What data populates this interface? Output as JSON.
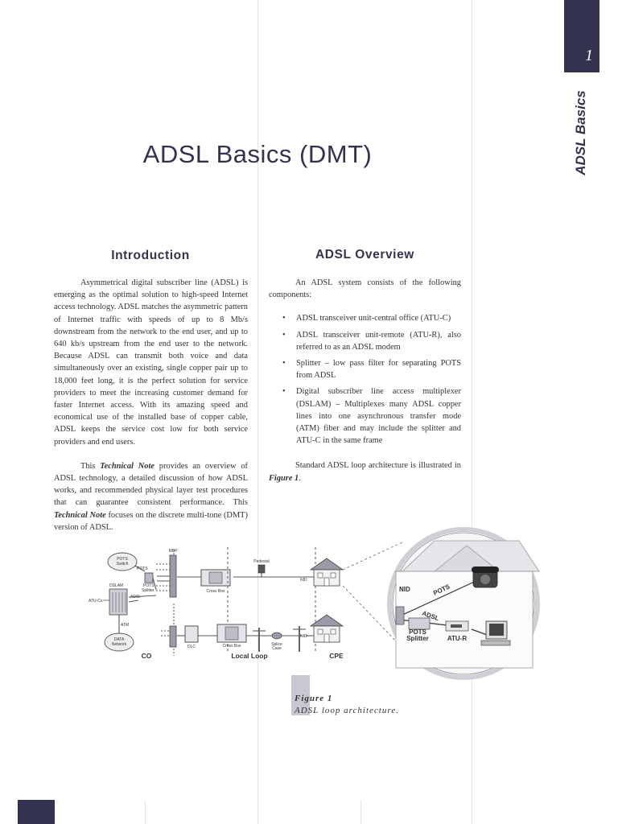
{
  "page": {
    "number": "1",
    "section_tab": "ADSL Basics",
    "title": "ADSL Basics (DMT)"
  },
  "intro": {
    "heading": "Introduction",
    "p1": "Asymmetrical digital subscriber line (ADSL) is emerging as the optimal solution to high-speed Internet access technology. ADSL matches the asymmetric pattern of Internet traffic with speeds of up to 8 Mb/s downstream from the network to the end user, and up to 640 kb/s upstream from the end user to the network. Because ADSL can transmit both voice and data simultaneously over an existing, single copper pair up to 18,000 feet long, it is the perfect solution for service providers to meet the increasing customer demand for faster Internet access. With its amazing speed and economical use of the installed base of copper cable, ADSL keeps the service cost low for both service providers and end users.",
    "p2_a": "This ",
    "p2_em1": "Technical Note",
    "p2_b": " provides an overview of ADSL technology, a detailed discussion of how ADSL works, and recommended physical layer test procedures that can guarantee consistent performance. This ",
    "p2_em2": "Technical Note",
    "p2_c": " focuses on the discrete multi-tone (DMT) version of ADSL."
  },
  "overview": {
    "heading": "ADSL Overview",
    "lead": "An ADSL system consists of the following components:",
    "bullets": [
      "ADSL transceiver unit-central office (ATU-C)",
      "ADSL transceiver unit-remote (ATU-R), also referred to as an ADSL modem",
      "Splitter – low pass filter for separating POTS from ADSL",
      "Digital subscriber line access multiplexer (DSLAM) – Multiplexes many ADSL copper lines into one asynchronous transfer mode (ATM) fiber and may include the splitter and ATU-C in the same frame"
    ],
    "closing_a": "Standard ADSL loop architecture is illustrated in ",
    "closing_em": "Figure 1",
    "closing_b": "."
  },
  "figure": {
    "labels": {
      "mdf": "MDF",
      "pots_switch_1": "POTS",
      "pots_switch_2": "Switch",
      "pots": "POTS",
      "pots_splitter_1": "POTS",
      "pots_splitter_2": "Splitter",
      "dslam": "DSLAM",
      "atu_c": "ATU-Cs",
      "adsl": "ADSL",
      "atm": "ATM",
      "data_network_1": "DATA",
      "data_network_2": "Network",
      "pedestal": "Pedestal",
      "cross_box_1": "Cross Box",
      "cross_box_2": "Cross Box",
      "nid_small_1": "NID",
      "nid_small_2": "NID",
      "dlc": "DLC",
      "splice_case_1": "Splice",
      "splice_case_2": "Case",
      "co": "CO",
      "local_loop": "Local Loop",
      "cpe": "CPE",
      "nid_zoom": "NID",
      "pots_zoom": "POTS",
      "adsl_zoom": "ADSL",
      "pots_splitter_zoom_1": "POTS",
      "pots_splitter_zoom_2": "Splitter",
      "atu_r": "ATU-R"
    },
    "caption_label": "Figure 1",
    "caption_text": "ADSL loop architecture."
  },
  "colors": {
    "brand_navy": "#333350",
    "caption_bar": "#c8c8d2"
  }
}
